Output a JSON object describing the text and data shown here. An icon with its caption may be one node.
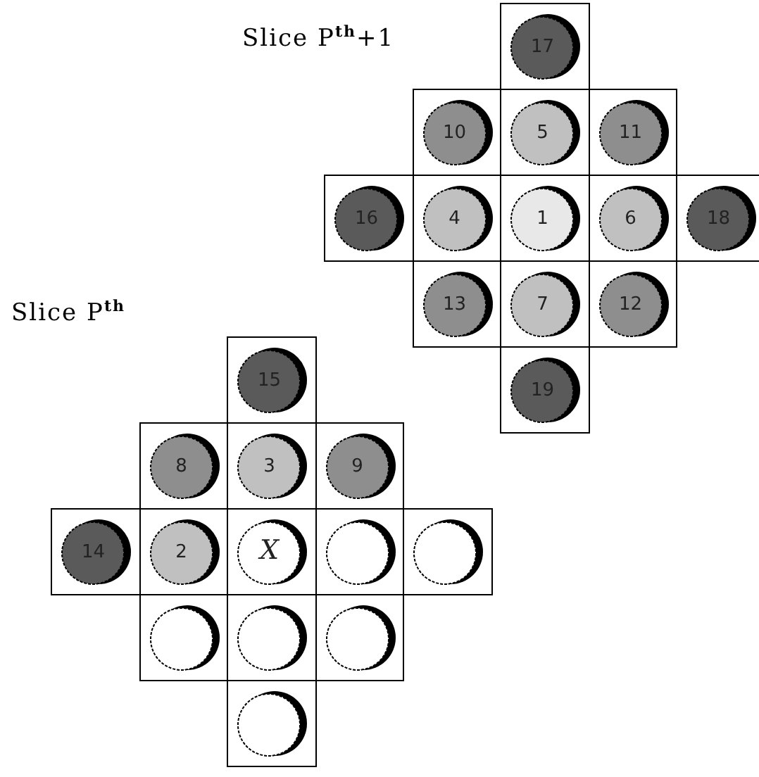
{
  "diagram": {
    "nodes": [
      {
        "text": [
          "17"
        ]
      },
      {
        "text": [
          "10"
        ]
      },
      {
        "text": [
          "5"
        ]
      },
      {
        "text": [
          "11"
        ]
      },
      {
        "text": [
          "16"
        ]
      },
      {
        "text": [
          "4"
        ]
      },
      {
        "text": [
          "1"
        ]
      },
      {
        "text": [
          "6"
        ]
      },
      {
        "text": [
          "18"
        ]
      },
      {
        "text": [
          "13"
        ]
      },
      {
        "text": [
          "7"
        ]
      },
      {
        "text": [
          "12"
        ]
      },
      {
        "text": [
          "19"
        ]
      },
      {
        "text": [
          "15"
        ]
      },
      {
        "text": [
          "8"
        ]
      },
      {
        "text": [
          "3"
        ]
      },
      {
        "text": [
          "9"
        ]
      },
      {
        "text": [
          "14"
        ]
      },
      {
        "text": [
          "2"
        ]
      },
      {
        "text": [
          "X"
        ]
      },
      {
        "text": [],
        "shape": "circle"
      },
      {
        "text": [],
        "shape": "circle"
      },
      {
        "text": [],
        "shape": "circle"
      },
      {
        "text": [],
        "shape": "circle"
      },
      {
        "text": [],
        "shape": "circle"
      },
      {
        "text": [],
        "shape": "circle"
      }
    ],
    "labels": [
      "Slice P$^{th}$+1",
      "Slice P$^{th}$"
    ]
  }
}
